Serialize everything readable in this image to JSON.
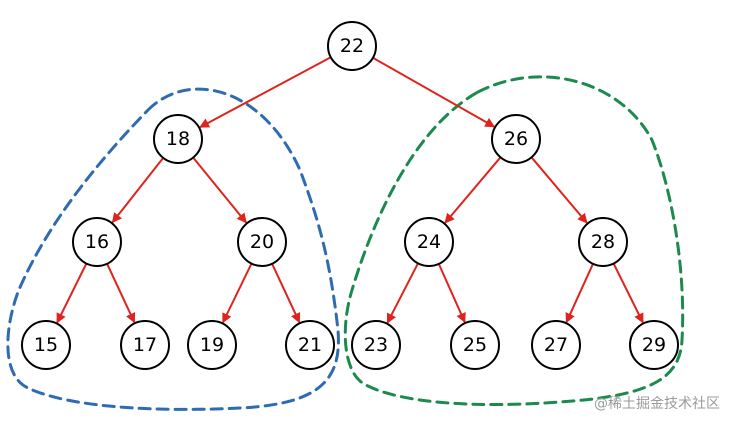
{
  "colors": {
    "edge": "#e0231c",
    "left_group": "#2e6bb0",
    "right_group": "#1b8a4c",
    "node_stroke": "#000000"
  },
  "tree": {
    "nodes": {
      "n22": "22",
      "n18": "18",
      "n26": "26",
      "n16": "16",
      "n20": "20",
      "n24": "24",
      "n28": "28",
      "n15": "15",
      "n17": "17",
      "n19": "19",
      "n21": "21",
      "n23": "23",
      "n25": "25",
      "n27": "27",
      "n29": "29"
    },
    "edges": [
      [
        "22",
        "18"
      ],
      [
        "22",
        "26"
      ],
      [
        "18",
        "16"
      ],
      [
        "18",
        "20"
      ],
      [
        "26",
        "24"
      ],
      [
        "26",
        "28"
      ],
      [
        "16",
        "15"
      ],
      [
        "16",
        "17"
      ],
      [
        "20",
        "19"
      ],
      [
        "20",
        "21"
      ],
      [
        "24",
        "23"
      ],
      [
        "24",
        "25"
      ],
      [
        "28",
        "27"
      ],
      [
        "28",
        "29"
      ]
    ]
  },
  "watermark": "@稀土掘金技术社区"
}
